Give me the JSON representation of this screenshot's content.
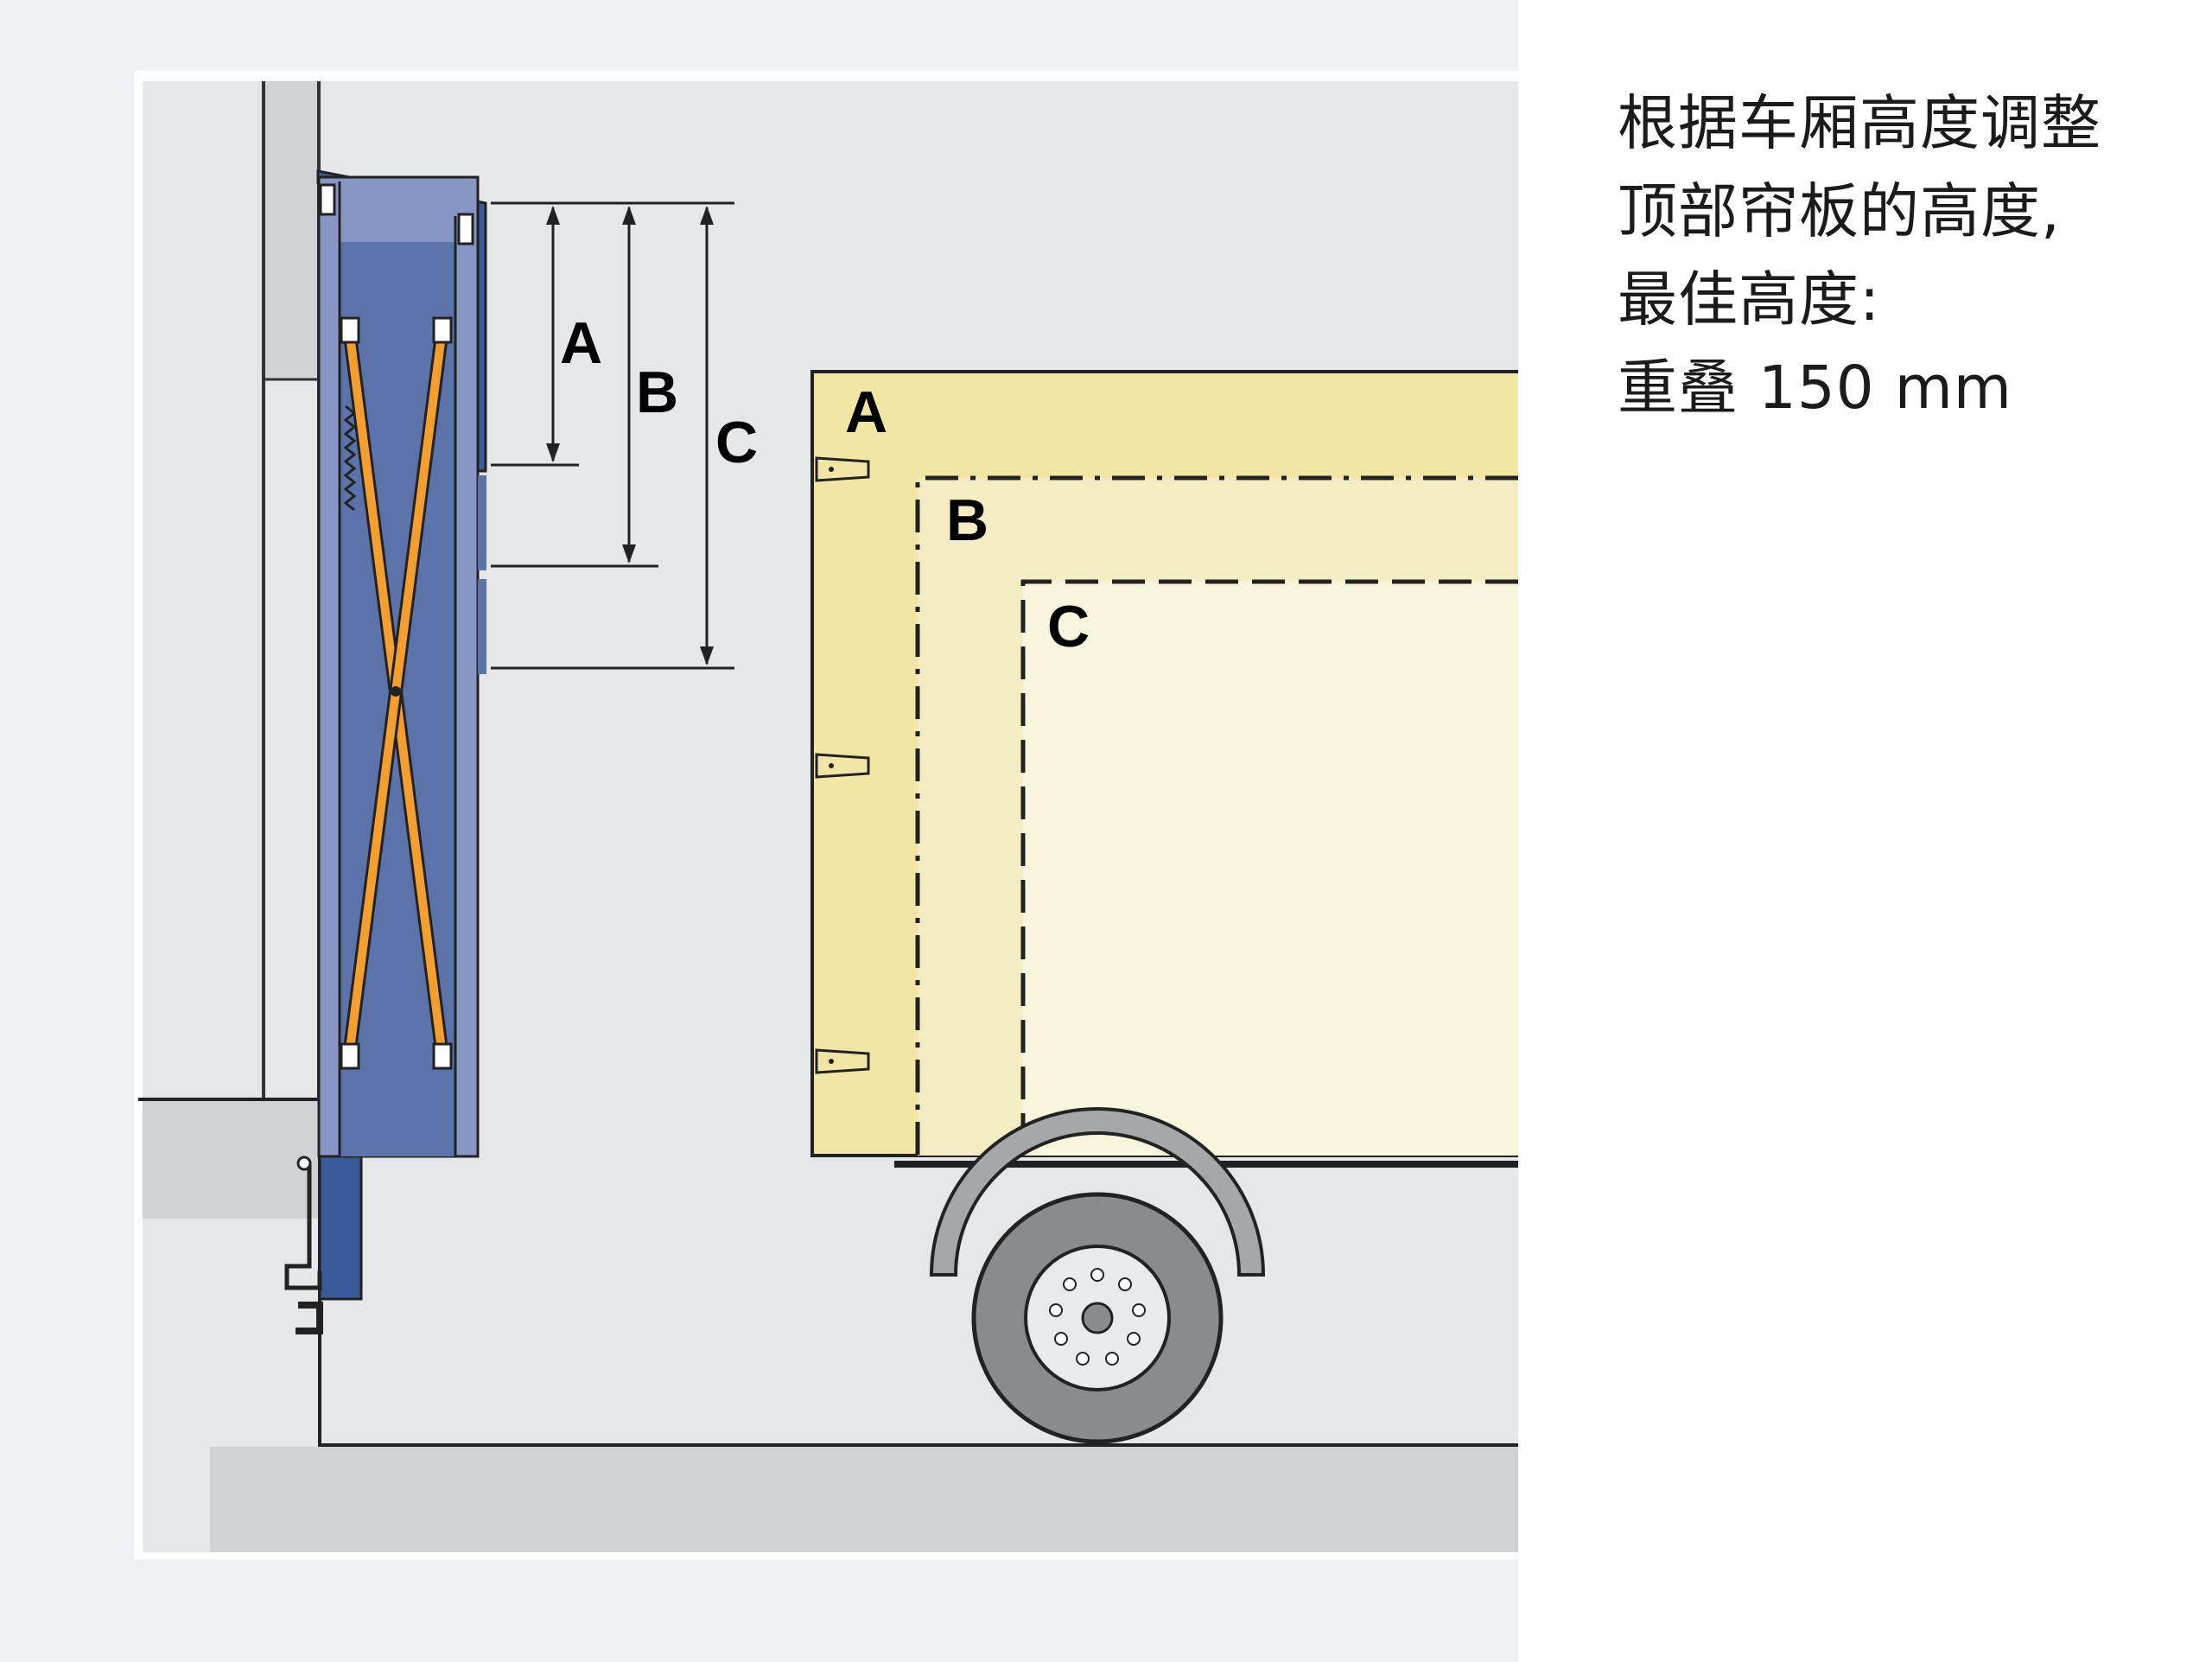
{
  "labels": {
    "dim_a": "A",
    "dim_b": "B",
    "dim_c": "C",
    "truck_a": "A",
    "truck_b": "B",
    "truck_c": "C"
  },
  "caption": {
    "line1": "根据车厢高度调整",
    "line2": "顶部帘板的高度,",
    "line3": "最佳高度:",
    "line4": "重叠 150 mm"
  },
  "colors": {
    "background": "#edf1f4",
    "wall": "#e6e7e9",
    "shelter_blue": "#5b73a8",
    "shelter_frame": "#8796c4",
    "arm_orange": "#f29e30",
    "truck_a": "#f1e6a5",
    "truck_b": "#f4edc4",
    "truck_c": "#f9f4dc",
    "tire": "#8a8b8d"
  }
}
